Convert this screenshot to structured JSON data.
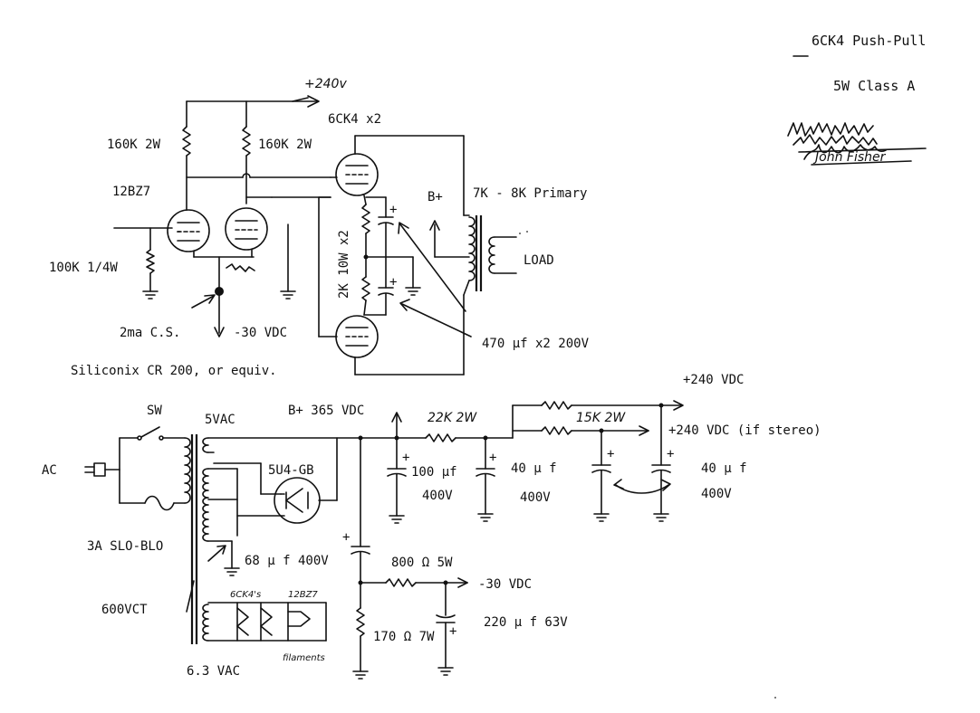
{
  "title": {
    "name": "6CK4 Push-Pull",
    "class": "5W Class A",
    "signature": "John Fisher"
  },
  "amplifier": {
    "supply_label": "+240v",
    "plate_resistor_1": "160K 2W",
    "plate_resistor_2": "160K 2W",
    "driver_tube": "12BZ7",
    "grid_resistor": "100K 1/4W",
    "current_source": "2ma C.S.",
    "neg_bias": "-30 VDC",
    "cs_part": "Siliconix CR 200, or equiv.",
    "output_tubes": "6CK4 x2",
    "cathode_resistors": "2K 10W x2",
    "b_plus": "B+",
    "transformer": "7K - 8K Primary",
    "load": "LOAD",
    "bypass_caps": "470 µf x2 200V"
  },
  "power_supply": {
    "switch": "SW",
    "ac": "AC",
    "fuse": "3A SLO-BLO",
    "rect_winding": "5VAC",
    "rectifier": "5U4-GB",
    "b_plus_out": "B+ 365 VDC",
    "r_dropper_1": "22K 2W",
    "r_dropper_2": "15K 2W",
    "out_240": "+240 VDC",
    "out_240_stereo": "+240 VDC (if stereo)",
    "cap_100_value": "100 µf",
    "cap_100_volt": "400V",
    "cap_40a_value": "40 µ f",
    "cap_40a_volt": "400V",
    "cap_40b_value": "40 µ f",
    "cap_40b_volt": "400V",
    "cap_68": "68 µ f 400V",
    "secondary": "600VCT",
    "heater": "6.3 VAC",
    "r_800": "800 Ω 5W",
    "neg_out": "-30 VDC",
    "r_170": "170 Ω 7W",
    "cap_220": "220 µ f 63V",
    "fil_label_1": "6CK4's",
    "fil_label_2": "12BZ7",
    "fil_label_3": "filaments"
  }
}
